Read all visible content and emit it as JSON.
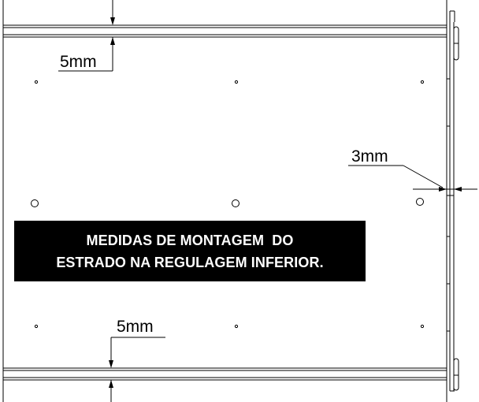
{
  "dimensions": {
    "top_gap": "5mm",
    "side_gap": "3mm",
    "bottom_gap": "5mm"
  },
  "notice": {
    "line1": "MEDIDAS DE MONTAGEM  DO",
    "line2": "ESTRADO NA REGULAGEM INFERIOR."
  },
  "colors": {
    "line": "#000000",
    "background": "#ffffff",
    "notice_background": "#000000",
    "notice_text": "#ffffff"
  }
}
